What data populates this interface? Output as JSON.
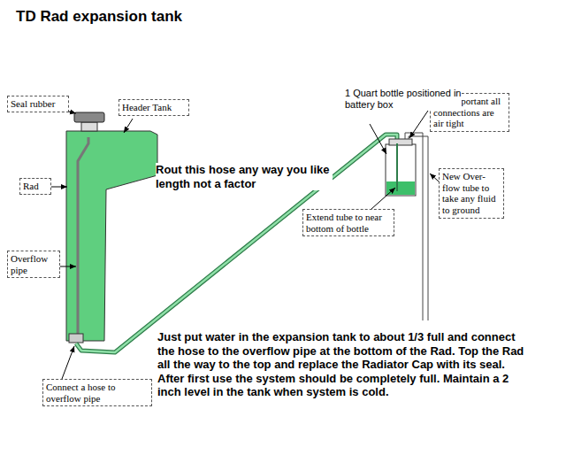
{
  "diagram": {
    "title": "TD Rad expansion tank",
    "nodes": [
      {
        "text": [
          "Seal rubber"
        ]
      },
      {
        "text": [
          "Header Tank"
        ]
      },
      {
        "text": [
          "It is important all connections are air tight"
        ]
      },
      {
        "text": [
          "New Over-flow tube to take any fluid to ground"
        ]
      },
      {
        "text": [
          "Rad"
        ]
      },
      {
        "text": [
          "Extend tube to near bottom of bottle"
        ]
      },
      {
        "text": [
          "Overflow pipe"
        ]
      },
      {
        "text": [
          "Connect a hose to overflow pipe"
        ]
      }
    ],
    "labels": [
      "1 Quart bottle positioned in battery box",
      "Rout this hose any way you like length not a factor",
      "Just put water in the expansion tank to about 1/3 full and connect the hose to the overflow pipe at the bottom of the Rad. Top the Rad all the way to the top and replace the Radiator Cap with its seal. After first use the system should be completely full. Maintain a 2 inch level in the tank when system is cold."
    ]
  }
}
